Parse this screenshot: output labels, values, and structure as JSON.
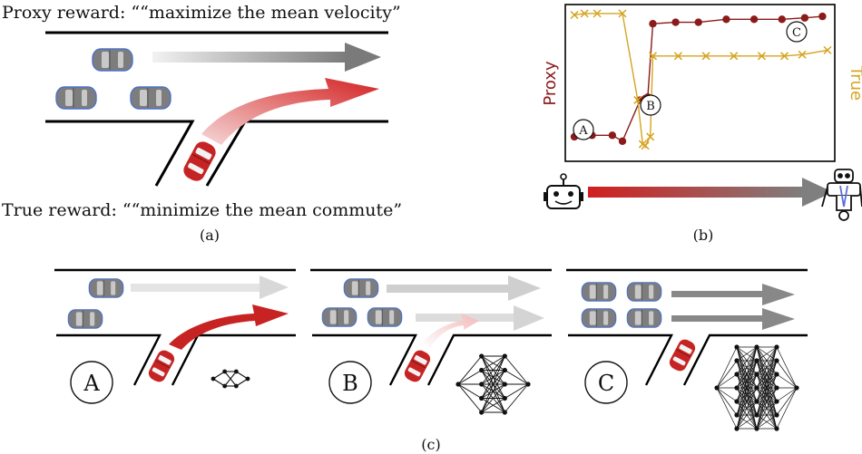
{
  "panel_a": {
    "proxy_text": "Proxy reward: ““maximize the mean velocity”",
    "true_text": "True reward: ““minimize the mean commute”",
    "caption": "(a)"
  },
  "panel_b": {
    "proxy_label": "Proxy",
    "true_label": "True",
    "caption": "(b)",
    "point_labels": [
      "A",
      "B",
      "C"
    ],
    "colors": {
      "proxy": "#8b1a1a",
      "true": "#d4a520"
    }
  },
  "panel_c": {
    "caption": "(c)",
    "stage_labels": [
      "A",
      "B",
      "C"
    ]
  },
  "chart_data": {
    "type": "line",
    "xlabel": "",
    "ylabel": "",
    "series": [
      {
        "name": "Proxy",
        "x": [
          0.0,
          0.07,
          0.15,
          0.19,
          0.26,
          0.28,
          0.29,
          0.31,
          0.4,
          0.49,
          0.6,
          0.71,
          0.82,
          0.91,
          0.98
        ],
        "y": [
          0.13,
          0.14,
          0.14,
          0.1,
          0.38,
          0.39,
          0.4,
          0.9,
          0.91,
          0.91,
          0.93,
          0.93,
          0.93,
          0.94,
          0.95
        ]
      },
      {
        "name": "True",
        "x": [
          0.0,
          0.04,
          0.09,
          0.19,
          0.25,
          0.27,
          0.28,
          0.3,
          0.31,
          0.41,
          0.52,
          0.63,
          0.74,
          0.83,
          0.9,
          1.0
        ],
        "y": [
          0.96,
          0.97,
          0.97,
          0.97,
          0.38,
          0.08,
          0.07,
          0.13,
          0.68,
          0.68,
          0.68,
          0.68,
          0.68,
          0.68,
          0.69,
          0.72
        ]
      }
    ]
  }
}
